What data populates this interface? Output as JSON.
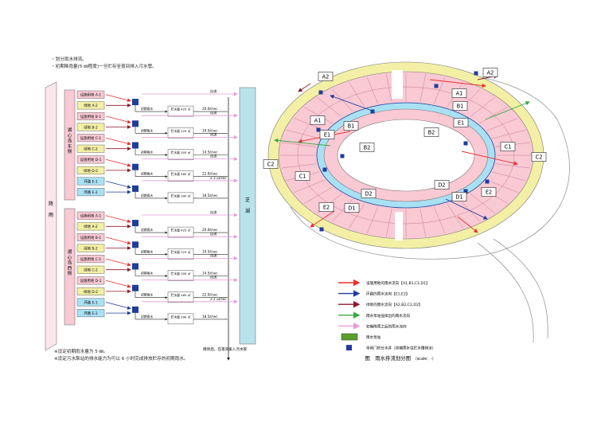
{
  "header": {
    "bullet1": "・划分雨水排流。",
    "bullet2": "・初期降雨量(5 ㎜程度)一旦贮存至夜间排入污水管。"
  },
  "left_diagram": {
    "rain_label": "降雨",
    "river_label": "芝湖",
    "east_group_label": "湖心岛东侧",
    "west_group_label": "湖心岛西侧",
    "tank_label": "初期雨水",
    "overflow_label": "自流",
    "pump_label": "雨水泵站",
    "drain_label": "排水泵",
    "night_label": "雨停后，在夜间排入污水管",
    "east_rows": [
      {
        "code": "设施用地 A-1",
        "volume": "",
        "rate": "自流"
      },
      {
        "code": "绿地 A-2",
        "volume": "贮水量 425 ㎥",
        "rate": "20.0ℓ/sec"
      },
      {
        "code": "设施用地 B-1",
        "volume": "",
        "rate": "自流"
      },
      {
        "code": "绿地 B-2",
        "volume": "贮水量 225 ㎥",
        "rate": "10.5ℓ/sec"
      },
      {
        "code": "设施用地 C-1",
        "volume": "",
        "rate": "自流"
      },
      {
        "code": "绿地 C-2",
        "volume": "贮水量 305 ㎥",
        "rate": "14.5ℓ/sec"
      },
      {
        "code": "设施用地 D-1",
        "volume": "",
        "rate": "自流"
      },
      {
        "code": "绿地 D-2",
        "volume": "贮水量 465 ㎥",
        "rate": "22.0ℓ/sec"
      },
      {
        "code": "环路 E-1",
        "volume": "雨水泵站",
        "rate": "2.3 ㎥/sec"
      },
      {
        "code": "环路 E-2",
        "volume": "贮水量 390 ㎥",
        "rate": "18.5ℓ/sec"
      }
    ],
    "west_rows": [
      {
        "code": "设施用地 A-1",
        "volume": "",
        "rate": "自流"
      },
      {
        "code": "绿地 A-2",
        "volume": "贮水量 425 ㎥",
        "rate": "20.0ℓ/sec"
      },
      {
        "code": "设施用地 B-1",
        "volume": "",
        "rate": "自流"
      },
      {
        "code": "绿地 B-2",
        "volume": "贮水量 225 ㎥",
        "rate": "10.5ℓ/sec"
      },
      {
        "code": "设施用地 C-1",
        "volume": "",
        "rate": "自流"
      },
      {
        "code": "绿地 C-2",
        "volume": "贮水量 305 ㎥",
        "rate": "14.5ℓ/sec"
      },
      {
        "code": "设施用地 D-1",
        "volume": "",
        "rate": "自流"
      },
      {
        "code": "绿地 D-2",
        "volume": "贮水量 465 ㎥",
        "rate": "22.0ℓ/sec"
      },
      {
        "code": "环路 E-1",
        "volume": "雨水泵站",
        "rate": "2.2 ㎥/sec"
      },
      {
        "code": "环路 E-2",
        "volume": "贮水量 390 ㎥",
        "rate": "18.5ℓ/sec"
      }
    ]
  },
  "footnotes": {
    "note1": "※设定初期雨水量为 5 ㎜。",
    "note2": "※设定污水泵站的排水能力为可以 6 小时完成排放贮存的初期雨水。"
  },
  "map": {
    "zone_labels": [
      "A2",
      "A2",
      "A1",
      "B1",
      "E1",
      "B2",
      "B1",
      "A1",
      "E1",
      "B2",
      "C1",
      "C2",
      "C2",
      "C1",
      "E2",
      "D2",
      "D2",
      "D1",
      "E2",
      "D1"
    ],
    "caption": "图　雨水排流划分图",
    "scale": "（scale：-）"
  },
  "legend": [
    {
      "label": "设施用地的雨水流向【A1,B1,C1,D1】",
      "color": "#e8312f"
    },
    {
      "label": "环路的雨水流向【E1,E2】",
      "color": "#1f3d9c"
    },
    {
      "label": "绿地的雨水流向【A2,B2,C2,D2】",
      "color": "#8b1a2b"
    },
    {
      "label": "雨水泵站强排出的雨水流向",
      "color": "#39a845"
    },
    {
      "label": "初期降雨之后的雨水流向",
      "color": "#e59ad8"
    },
    {
      "label": "雨水泵站",
      "color": "#5aa02c"
    },
    {
      "label": "带闸门的分水井（初期雨水往贮水槽排流）",
      "color": "#1f3d9c"
    }
  ],
  "colors": {
    "facility": "#f9c9d4",
    "green": "#f3f0a5",
    "ring": "#a9e1f4",
    "pump": "#5aa02c",
    "gate": "#1f3d9c",
    "river": "#b8e2ec",
    "rain": "#fbe6ec"
  }
}
